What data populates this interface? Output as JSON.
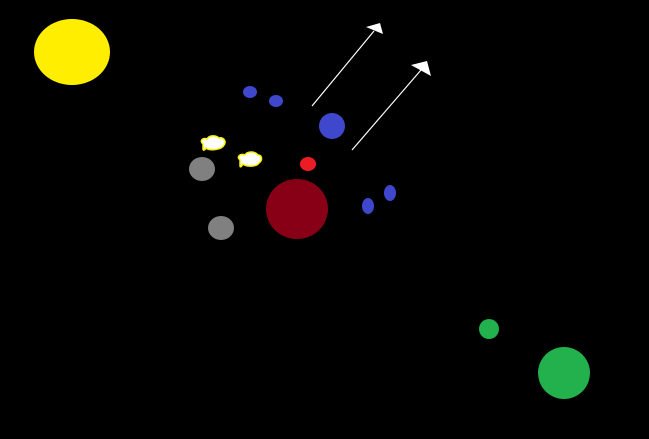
{
  "scene": {
    "background_color": "#000000",
    "colors": {
      "sun": "#FFEE00",
      "small_blue": "#3F48CC",
      "gray": "#808080",
      "red": "#ED1C24",
      "dark_red": "#880015",
      "green": "#22B14C",
      "white": "#FFFFFF",
      "yellow_outline": "#FFF200"
    },
    "objects": [
      {
        "name": "sun",
        "kind": "yellow-sun"
      },
      {
        "name": "blue-orb-1",
        "kind": "blue-orb"
      },
      {
        "name": "blue-orb-2",
        "kind": "blue-orb"
      },
      {
        "name": "blue-orb-3",
        "kind": "blue-orb"
      },
      {
        "name": "blue-orb-4",
        "kind": "blue-orb"
      },
      {
        "name": "blue-orb-5",
        "kind": "blue-orb"
      },
      {
        "name": "gray-planet-1",
        "kind": "gray-planet"
      },
      {
        "name": "gray-planet-2",
        "kind": "gray-planet"
      },
      {
        "name": "red-planet-small",
        "kind": "red-planet"
      },
      {
        "name": "dark-red-planet",
        "kind": "dark-red-planet"
      },
      {
        "name": "green-planet-small",
        "kind": "green-planet"
      },
      {
        "name": "green-planet-large",
        "kind": "green-planet"
      },
      {
        "name": "cloud-1",
        "kind": "white-cloud"
      },
      {
        "name": "cloud-2",
        "kind": "white-cloud"
      },
      {
        "name": "arrow-1",
        "kind": "white-arrow"
      },
      {
        "name": "arrow-2",
        "kind": "white-arrow"
      }
    ]
  }
}
